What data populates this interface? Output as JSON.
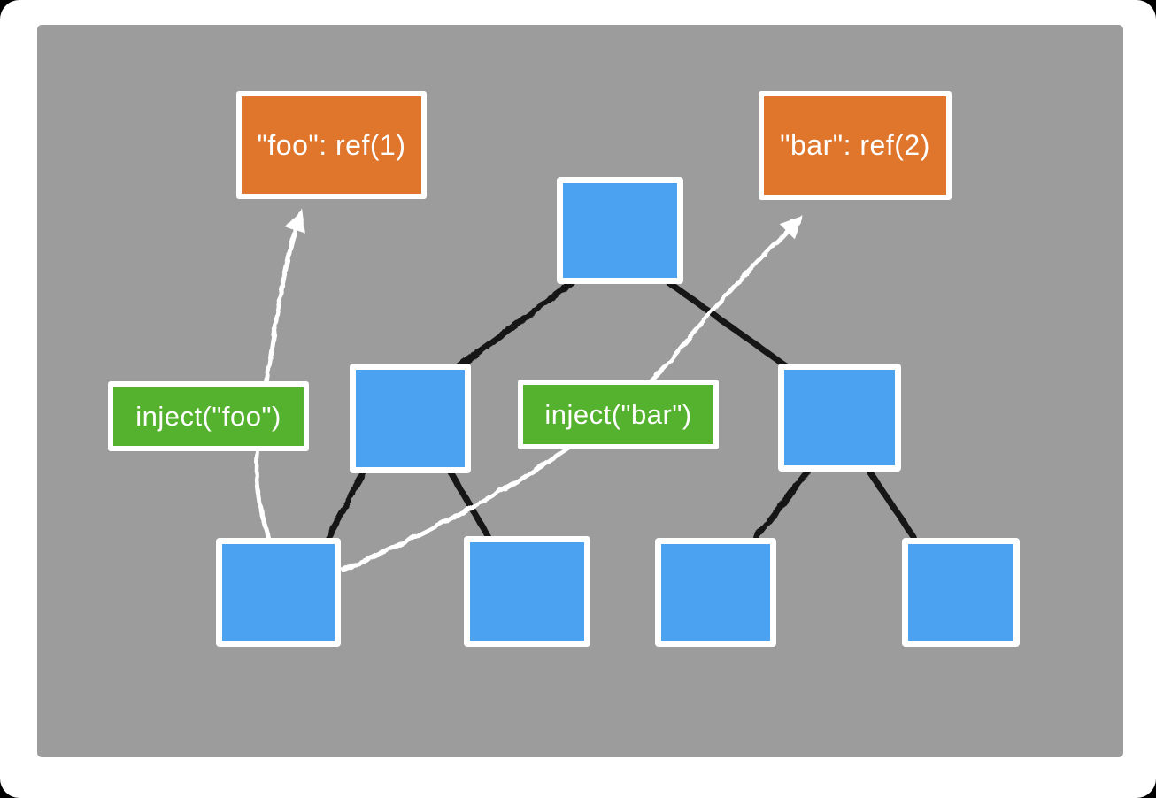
{
  "colors": {
    "page_background": "#ffffff",
    "canvas_background": "#9c9c9c",
    "provide_box": "#e0752c",
    "inject_box": "#55b22f",
    "component_box": "#4aa2f0",
    "tree_edge": "#141414",
    "arrow": "#ffffff",
    "label_text": "#ffffff"
  },
  "provides": [
    {
      "key": "foo",
      "label": "\"foo\": ref(1)"
    },
    {
      "key": "bar",
      "label": "\"bar\": ref(2)"
    }
  ],
  "injects": [
    {
      "key": "foo",
      "label": "inject(\"foo\")"
    },
    {
      "key": "bar",
      "label": "inject(\"bar\")"
    }
  ]
}
